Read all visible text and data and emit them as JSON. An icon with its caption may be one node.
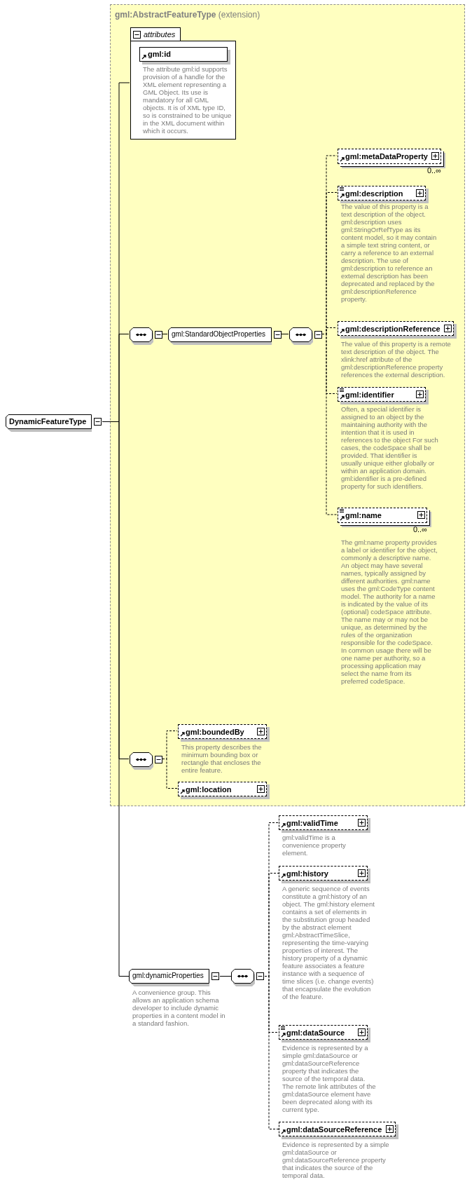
{
  "diagram": {
    "nodes": [
      {
        "text": [
          "**gml:AbstractFeatureType** (extension)"
        ]
      },
      {
        "text": [
          "attributes"
        ],
        "in": 0
      },
      {
        "text": [
          "gml:id"
        ],
        "in": 1,
        "beside": [
          "The attribute gml:id supports provision of a handle for the XML element representing a GML Object. Its use is mandatory for all GML objects. It is of XML type ID, so is constrained to be unique in the XML document within which it occurs."
        ]
      },
      {
        "text": [
          "DynamicFeatureType"
        ]
      },
      {
        "text": [],
        "shape": "octagon",
        "in": 0
      },
      {
        "text": [
          "gml:StandardObjectProperties"
        ],
        "in": 0
      },
      {
        "text": [],
        "shape": "octagon",
        "in": 0
      },
      {
        "text": [
          "gml:metaDataProperty"
        ],
        "in": 0,
        "beside": [
          "0..∞"
        ]
      },
      {
        "text": [
          "gml:description"
        ],
        "in": 0,
        "beside": [
          "The value of this property is a text description of the object. gml:description uses gml:StringOrRefType as its content model, so it may contain a simple text string content, or carry a reference to an external description. The use of gml:description to reference an external description has been deprecated and replaced by the gml:descriptionReference property."
        ]
      },
      {
        "text": [
          "gml:descriptionReference"
        ],
        "in": 0,
        "beside": [
          "The value of this property is a remote text description of the object. The xlink:href attribute of the gml:descriptionReference property references the external description."
        ]
      },
      {
        "text": [
          "gml:identifier"
        ],
        "in": 0,
        "beside": [
          "Often, a special identifier is assigned to an object by the maintaining authority with the intention that it is used in references to the object For such cases, the codeSpace shall be provided. That identifier is usually unique either globally or within an application domain. gml:identifier is a pre-defined property for such identifiers."
        ]
      },
      {
        "text": [
          "gml:name"
        ],
        "in": 0,
        "beside": [
          "0..∞",
          "The gml:name property provides a label or identifier for the object, commonly a descriptive name. An object may have several names, typically assigned by different authorities. gml:name uses the gml:CodeType content model.  The authority for a name is indicated by the value of its (optional) codeSpace attribute.  The name may or may not be unique, as determined by the rules of the organization responsible for the codeSpace.  In common usage there will be one name per authority, so a processing application may select the name from its preferred codeSpace."
        ]
      },
      {
        "text": [],
        "shape": "octagon",
        "in": 0
      },
      {
        "text": [
          "gml:boundedBy"
        ],
        "in": 0,
        "beside": [
          "This property describes the minimum bounding box or rectangle that encloses the entire feature."
        ]
      },
      {
        "text": [
          "gml:location"
        ],
        "in": 0
      },
      {
        "text": [
          "gml:dynamicProperties"
        ],
        "beside": [
          "A convenience group. This allows an application schema developer to include dynamic properties in a content model in a standard fashion."
        ]
      },
      {
        "text": [],
        "shape": "octagon"
      },
      {
        "text": [
          "gml:validTime"
        ],
        "beside": [
          "gml:validTime is a convenience property element."
        ]
      },
      {
        "text": [
          "gml:history"
        ],
        "beside": [
          "A generic sequence of events constitute a gml:history of an object. The gml:history element contains a set of elements in the substitution group headed by the abstract element gml:AbstractTimeSlice, representing the time-varying properties of interest. The history property of a dynamic feature associates a feature instance with a sequence of time slices (i.e. change events) that encapsulate the evolution of the feature."
        ]
      },
      {
        "text": [
          "gml:dataSource"
        ],
        "beside": [
          "Evidence is represented by a simple gml:dataSource or gml:dataSourceReference property that indicates the source of the temporal data. The remote link attributes of the gml:dataSource element have been deprecated along with its current type."
        ]
      },
      {
        "text": [
          "gml:dataSourceReference"
        ],
        "beside": [
          "Evidence is represented by a simple gml:dataSource or gml:dataSourceReference property that indicates the source of the temporal data."
        ]
      }
    ],
    "edges": [
      {
        "from": 3,
        "to": 1,
        "arrow": "none"
      },
      {
        "from": 3,
        "to": 4,
        "arrow": "none"
      },
      {
        "from": 3,
        "to": 12,
        "arrow": "none"
      },
      {
        "from": 3,
        "to": 15,
        "arrow": "none"
      },
      {
        "from": 4,
        "to": 5,
        "arrow": "none"
      },
      {
        "from": 5,
        "to": 6,
        "arrow": "none"
      },
      {
        "from": 6,
        "to": 7,
        "arrow": "none",
        "style": "dashed"
      },
      {
        "from": 6,
        "to": 8,
        "arrow": "none",
        "style": "dashed"
      },
      {
        "from": 6,
        "to": 9,
        "arrow": "none",
        "style": "dashed"
      },
      {
        "from": 6,
        "to": 10,
        "arrow": "none",
        "style": "dashed"
      },
      {
        "from": 6,
        "to": 11,
        "arrow": "none",
        "style": "dashed"
      },
      {
        "from": 12,
        "to": 13,
        "arrow": "none",
        "style": "dashed"
      },
      {
        "from": 12,
        "to": 14,
        "arrow": "none",
        "style": "dashed"
      },
      {
        "from": 15,
        "to": 16,
        "arrow": "none"
      },
      {
        "from": 16,
        "to": 17,
        "arrow": "none",
        "style": "dashed"
      },
      {
        "from": 16,
        "to": 18,
        "arrow": "none",
        "style": "dashed"
      },
      {
        "from": 16,
        "to": 19,
        "arrow": "none",
        "style": "dashed"
      },
      {
        "from": 16,
        "to": 20,
        "arrow": "none",
        "style": "dashed"
      }
    ]
  }
}
